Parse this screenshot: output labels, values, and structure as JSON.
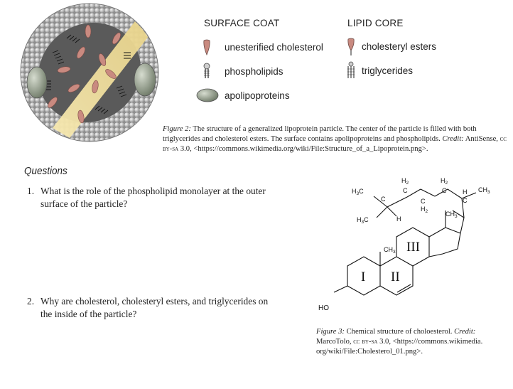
{
  "legend": {
    "surface_coat_heading": "SURFACE COAT",
    "lipid_core_heading": "LIPID CORE",
    "surface_items": [
      {
        "label": "unesterified cholesterol",
        "icon": "cholesterol-icon"
      },
      {
        "label": "phospholipids",
        "icon": "phospholipid-icon"
      },
      {
        "label": "apolipoproteins",
        "icon": "apolipoprotein-icon"
      }
    ],
    "core_items": [
      {
        "label": "cholesteryl esters",
        "icon": "cholesteryl-ester-icon"
      },
      {
        "label": "triglycerides",
        "icon": "triglyceride-icon"
      }
    ],
    "colors": {
      "sphere_beads": "#c9c9c9",
      "core": "#f3e3a6",
      "cholesterol": "#c98a80",
      "apolipoprotein": "#9aa894"
    }
  },
  "figure2": {
    "label": "Figure 2:",
    "text": "The structure of a generalized lipoprotein particle. The center of the particle is filled with both triglycerides and cholesterol esters. The surface contains apolipoproteins and phospholipids.",
    "credit_label": "Credit:",
    "credit_line_start": "AntiSense,",
    "license": "cc by-sa",
    "credit_line_end": "3.0, <https://commons.wikimedia.org/wiki/File:Structure_of_a_Lipoprotein.png>."
  },
  "questions_title": "Questions",
  "questions": [
    {
      "num": "1.",
      "line1": "What is the role of the phospholipid monolayer at the outer",
      "line2": "surface of the particle?"
    },
    {
      "num": "2.",
      "line1": "Why are cholesterol, cholesteryl esters, and triglycerides on",
      "line2": "the inside of the particle?"
    }
  ],
  "structure": {
    "ring_labels": [
      "I",
      "II",
      "III"
    ],
    "ho": "HO",
    "h3c_top": "H",
    "h3c_top_sub": "3",
    "h3c_top_c": "C",
    "h2_1": "H",
    "h2_1_sub": "2",
    "c_1": "C",
    "h2_2": "H",
    "h2_2_sub": "2",
    "c_2": "C",
    "h2_3": "H",
    "h2_3_sub": "2",
    "c_3": "C",
    "ch3_end": "CH",
    "ch3_end_sub": "3",
    "h3c_left": "H",
    "h3c_left_sub": "3",
    "h3c_left_c": "C",
    "c_branch": "C",
    "h_branch": "H",
    "h_right": "H",
    "c_right": "C",
    "ch3_side": "CH",
    "ch3_side_sub": "3",
    "ch3_ring": "CH",
    "ch3_ring_sub": "3"
  },
  "figure3": {
    "label": "Figure 3:",
    "text": "Chemical structure of choloesterol.",
    "credit_label": "Credit:",
    "line2_start": "MarcoTolo,",
    "license": "cc by-sa",
    "line2_end": "3.0, <https://commons.wikimedia.",
    "line3": "org/wiki/File:Cholesterol_01.png>."
  }
}
